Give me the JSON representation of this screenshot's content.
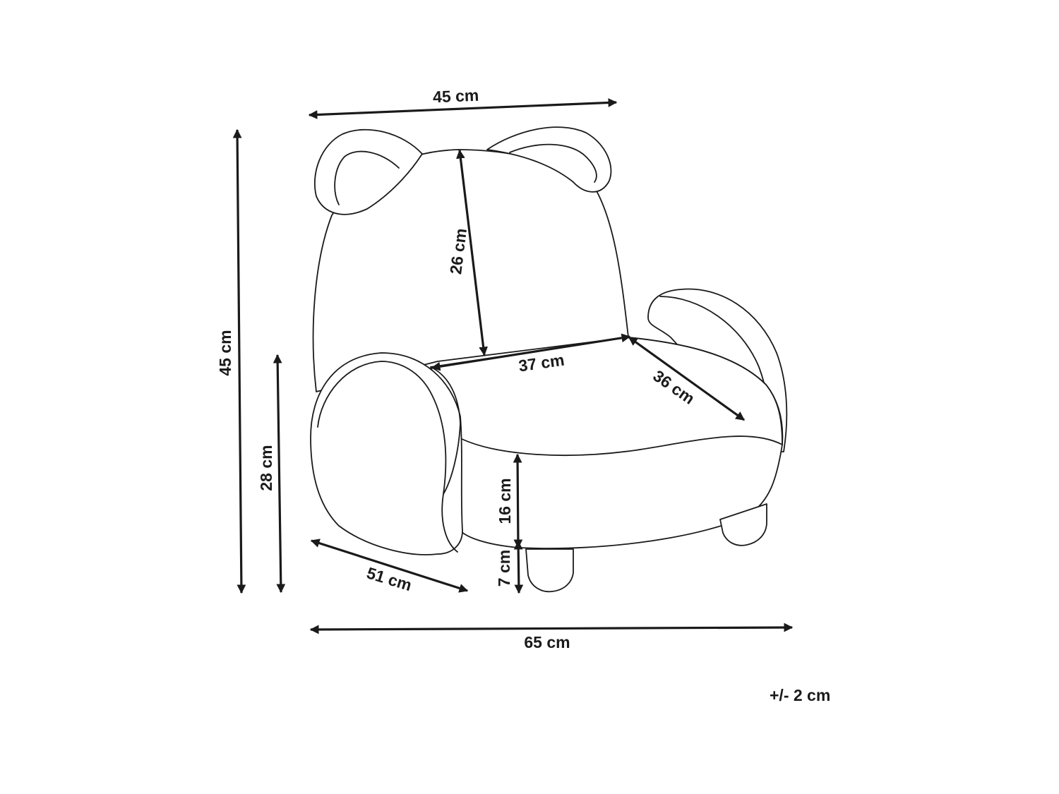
{
  "dimensions": {
    "top_width": "45 cm",
    "total_height": "45 cm",
    "armrest_height": "28 cm",
    "backrest_height": "26 cm",
    "seat_width": "37 cm",
    "seat_depth": "36 cm",
    "seat_thickness": "16 cm",
    "leg_height": "7 cm",
    "depth": "51 cm",
    "total_width": "65 cm"
  },
  "tolerance": "+/- 2 cm",
  "colors": {
    "ink": "#1a1a1a",
    "background": "#ffffff"
  }
}
